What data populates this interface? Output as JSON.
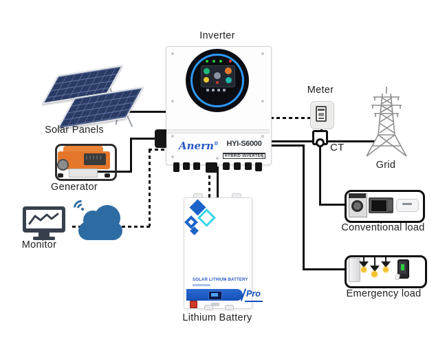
{
  "diagram": {
    "nodes": {
      "inverter": {
        "label": "Inverter",
        "brand": "Anern",
        "reg_mark": "®",
        "model": "HYI-S6000",
        "model_type": "HYBRID INVERTER"
      },
      "solar_panels": {
        "label": "Solar Panels"
      },
      "generator": {
        "label": "Generator"
      },
      "monitor": {
        "label": "Monitor"
      },
      "cloud": {
        "icon": "wifi-cloud-icon"
      },
      "meter": {
        "label": "Meter"
      },
      "ct": {
        "label": "CT"
      },
      "grid": {
        "label": "Grid"
      },
      "conventional_load": {
        "label": "Conventional load",
        "icons": [
          "washing-machine-icon",
          "microwave-icon",
          "air-conditioner-icon"
        ]
      },
      "emergency_load": {
        "label": "Emergency load",
        "icons": [
          "refrigerator-icon",
          "pendant-lamps-icon",
          "charging-phone-icon"
        ]
      },
      "battery": {
        "label": "Lithium Battery",
        "panel_title": "SOLAR LITHIUM BATTERY",
        "badge": "Pro"
      }
    },
    "connections": [
      {
        "from": "solar_panels",
        "to": "inverter",
        "style": "solid"
      },
      {
        "from": "generator",
        "to": "inverter",
        "style": "solid"
      },
      {
        "from": "monitor",
        "to": "cloud",
        "style": "dashed"
      },
      {
        "from": "cloud",
        "to": "inverter",
        "style": "dashed"
      },
      {
        "from": "inverter",
        "to": "meter",
        "style": "dashed"
      },
      {
        "from": "meter",
        "to": "ct",
        "style": "solid"
      },
      {
        "from": "inverter",
        "to": "grid",
        "style": "solid",
        "via": "ct"
      },
      {
        "from": "ct",
        "to": "conventional_load",
        "style": "solid"
      },
      {
        "from": "inverter",
        "to": "emergency_load",
        "style": "solid"
      },
      {
        "from": "inverter",
        "to": "battery",
        "style": "solid"
      },
      {
        "from": "inverter",
        "to": "battery",
        "style": "dashed"
      }
    ],
    "colors": {
      "line": "#101010",
      "cloud_blue": "#2d6ca2",
      "battery_blue": "#1a5cc4",
      "battery_cyan": "#35d6e8",
      "display_ring_blue": "#2f9bff",
      "generator_orange": "#e4772b",
      "panel_navy": "#2a3c66"
    }
  }
}
